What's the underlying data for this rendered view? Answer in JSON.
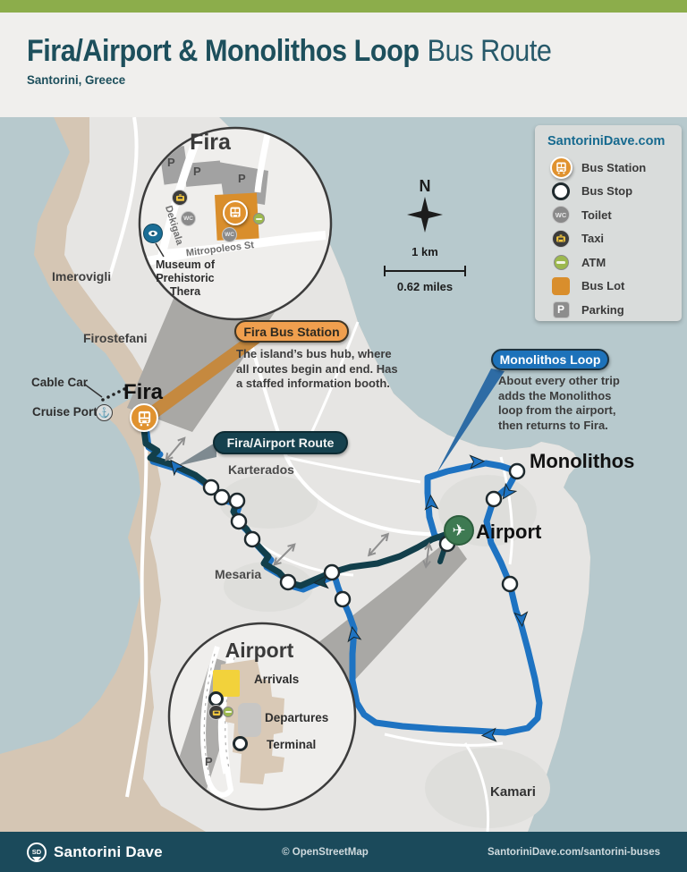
{
  "header": {
    "title_main": "Fira/Airport & Monolithos Loop",
    "title_light": "Bus Route",
    "subtitle": "Santorini, Greece"
  },
  "legend": {
    "title": "SantoriniDave.com",
    "items": [
      {
        "icon": "bus-station-icon",
        "label": "Bus Station"
      },
      {
        "icon": "bus-stop-icon",
        "label": "Bus Stop"
      },
      {
        "icon": "toilet-icon",
        "label": "Toilet"
      },
      {
        "icon": "taxi-icon",
        "label": "Taxi"
      },
      {
        "icon": "atm-icon",
        "label": "ATM"
      },
      {
        "icon": "bus-lot-icon",
        "label": "Bus Lot"
      },
      {
        "icon": "parking-icon",
        "label": "Parking"
      }
    ]
  },
  "compass": {
    "north": "N"
  },
  "scale": {
    "km": "1 km",
    "miles": "0.62 miles"
  },
  "callouts": {
    "fira_bus_station": {
      "title": "Fira Bus Station",
      "body": "The island’s bus hub, where\nall routes begin and end. Has\na staffed information booth."
    },
    "monolithos_loop": {
      "title": "Monolithos Loop",
      "body": "About every other trip\nadds the Monolithos\nloop from the airport,\nthen returns to Fira."
    },
    "fira_airport_route": {
      "title": "Fira/Airport Route"
    }
  },
  "places": {
    "imerovigli": "Imerovigli",
    "firostefani": "Firostefani",
    "cable_car": "Cable Car",
    "cruise_port": "Cruise Port",
    "fira": "Fira",
    "karterados": "Karterados",
    "mesaria": "Mesaria",
    "monolithos": "Monolithos",
    "airport": "Airport",
    "kamari": "Kamari"
  },
  "fira_inset": {
    "title": "Fira",
    "museum": "Museum of\nPrehistoric\nThera",
    "street_dekigala": "Dekigala",
    "street_mitropoleos": "Mitropoleos St"
  },
  "airport_inset": {
    "title": "Airport",
    "arrivals": "Arrivals",
    "departures": "Departures",
    "terminal": "Terminal"
  },
  "glyphs": {
    "parking": "P",
    "wc": "WC",
    "anchor": "⚓",
    "plane": "✈",
    "brand_badge": "SD"
  },
  "footer": {
    "brand": "Santorini Dave",
    "attribution": "© OpenStreetMap",
    "url": "SantoriniDave.com/santorini-buses"
  }
}
